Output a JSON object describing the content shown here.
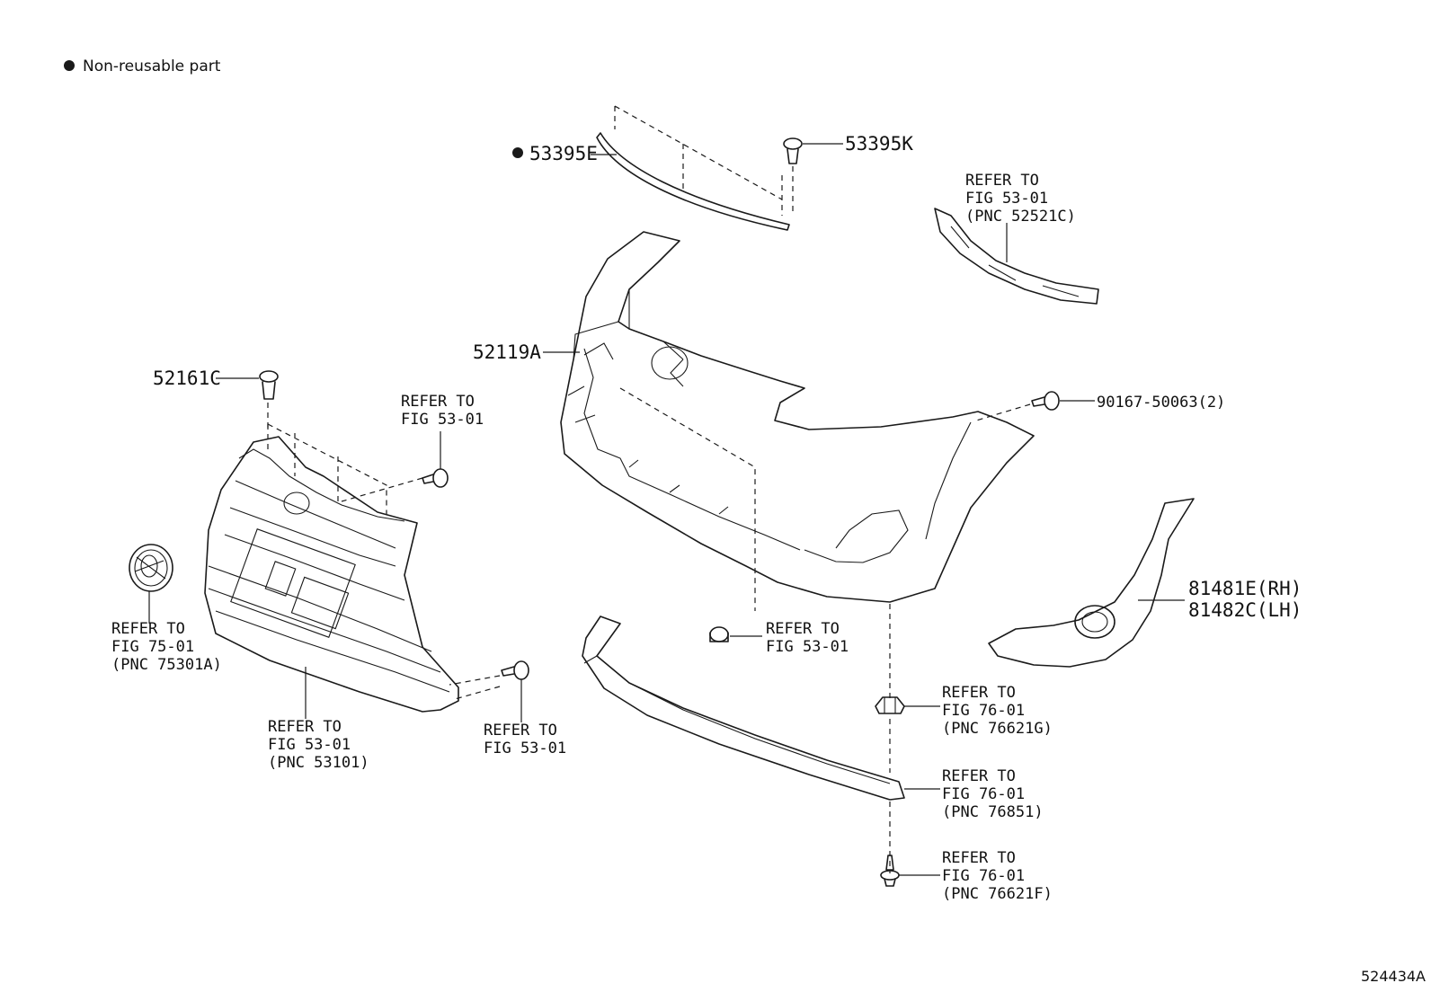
{
  "legend": {
    "icon": "filled-circle-bullet",
    "text": "Non-reusable part"
  },
  "part_labels": {
    "p53395E": "53395E",
    "p53395K": "53395K",
    "p52119A": "52119A",
    "p52161C": "52161C",
    "p90167": "90167-50063(2)",
    "p81481E": "81481E(RH)",
    "p81482C": "81482C(LH)"
  },
  "refs": {
    "r52521C": [
      "REFER TO",
      "FIG 53-01",
      "(PNC 52521C)"
    ],
    "r5301_top": [
      "REFER TO",
      "FIG 53-01"
    ],
    "r75301A": [
      "REFER TO",
      "FIG 75-01",
      "(PNC 75301A)"
    ],
    "r53101": [
      "REFER TO",
      "FIG 53-01",
      "(PNC 53101)"
    ],
    "r5301_bolt": [
      "REFER TO",
      "FIG 53-01"
    ],
    "r5301_mid": [
      "REFER TO",
      "FIG 53-01"
    ],
    "r76621G": [
      "REFER TO",
      "FIG 76-01",
      "(PNC 76621G)"
    ],
    "r76851": [
      "REFER TO",
      "FIG 76-01",
      "(PNC 76851)"
    ],
    "r76621F": [
      "REFER TO",
      "FIG 76-01",
      "(PNC 76621F)"
    ]
  },
  "figure_id": "524434A"
}
